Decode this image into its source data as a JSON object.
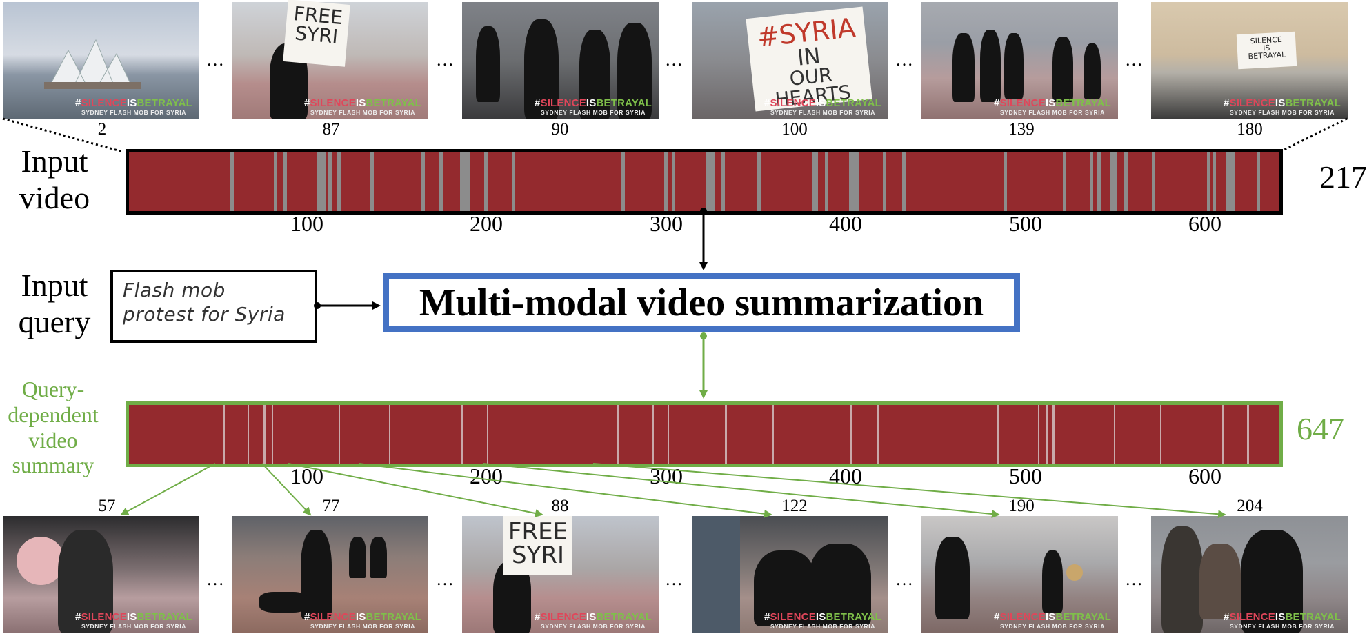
{
  "labels": {
    "input_video_line1": "Input",
    "input_video_line2": "video",
    "input_query_line1": "Input",
    "input_query_line2": "query",
    "summary_lines": [
      "Query-",
      "dependent",
      "video",
      "summary"
    ],
    "method": "Multi-modal video summarization",
    "query_text_line1": "Flash mob",
    "query_text_line2": "protest for Syria"
  },
  "input_video": {
    "segment_count": "217",
    "ticks": [
      "100",
      "200",
      "300",
      "400",
      "500",
      "600"
    ],
    "frames": [
      "2",
      "87",
      "90",
      "100",
      "139",
      "180"
    ],
    "ellipsis": "…"
  },
  "summary_video": {
    "segment_count": "647",
    "ticks": [
      "100",
      "200",
      "300",
      "400",
      "500",
      "600"
    ],
    "frames": [
      "57",
      "77",
      "88",
      "122",
      "190",
      "204"
    ],
    "ellipsis": "…"
  },
  "watermark": {
    "hash": "#",
    "silence": "SILENCE",
    "is": "IS",
    "betrayal": "BETRAYAL",
    "subtitle": "SYDNEY FLASH MOB FOR SYRIA"
  },
  "sign_text": {
    "free_syria_1": "FREE",
    "free_syria_2": "SYRI",
    "syria_heart_1": "#SYRIA",
    "syria_heart_2": "IN",
    "syria_heart_3": "OUR HEARTS",
    "silence_1": "SILENCE",
    "silence_2": "IS",
    "silence_3": "BETRAYAL"
  },
  "colors": {
    "bar_fill": "#942a2e",
    "input_gap": "#8c8c8c",
    "summary_gap": "#c9a9aa",
    "method_border": "#4472c4",
    "summary_accent": "#70ad47"
  }
}
